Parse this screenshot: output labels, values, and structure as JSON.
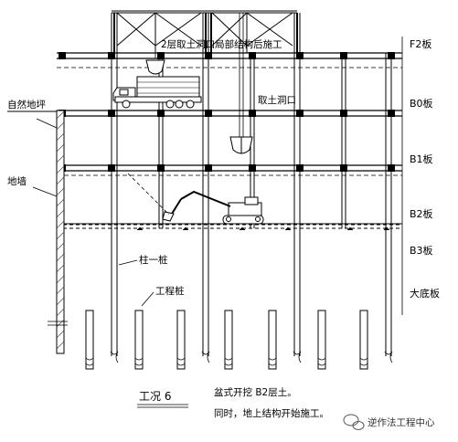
{
  "annotations": {
    "top_note": "2层取土洞口局部结构后施工",
    "mid_note": "取土洞口",
    "ground": "自然地坪",
    "wall": "地墙",
    "column_pile": "柱一桩",
    "eng_pile": "工程桩"
  },
  "levels": [
    {
      "label": "F2板"
    },
    {
      "label": "B0板"
    },
    {
      "label": "B1板"
    },
    {
      "label": "B2板"
    },
    {
      "label": "B3板"
    },
    {
      "label": "大底板"
    }
  ],
  "caption": {
    "title": "工况 6",
    "line1": "盆式开挖 B2层土。",
    "line2": "同时，地上结构开始施工。"
  },
  "watermark": {
    "icon": "wechat-icon",
    "text": "逆作法工程中心"
  },
  "colors": {
    "ink": "#000000",
    "hatch": "#444444",
    "watermark": "#555555"
  }
}
